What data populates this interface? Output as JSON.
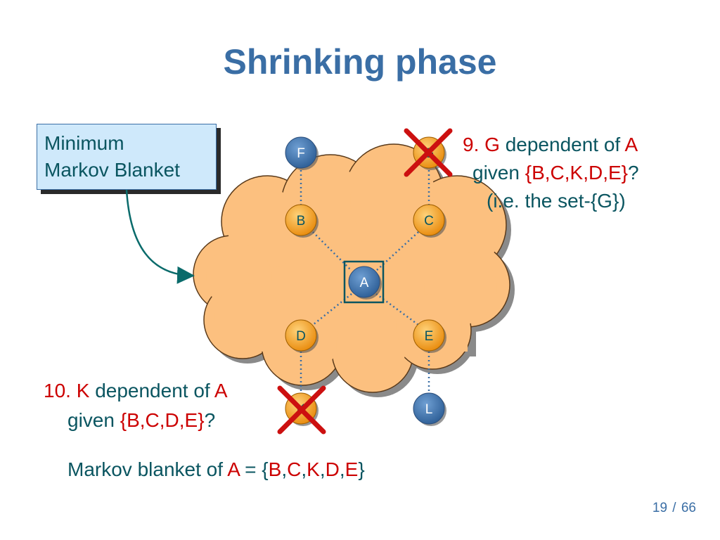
{
  "title": "Shrinking phase",
  "blanket_box": {
    "line1": "Minimum",
    "line2": "Markov Blanket"
  },
  "nodes": {
    "F": "F",
    "G": "G",
    "B": "B",
    "C": "C",
    "A": "A",
    "D": "D",
    "E": "E",
    "K": "K",
    "L": "L"
  },
  "q9": {
    "num": "9.",
    "var": "G",
    "mid": "dependent of",
    "target": "A",
    "given": "given",
    "set": "{B,C,K,D,E}",
    "qmark": "?",
    "note": "(i.e. the set-{G})"
  },
  "q10": {
    "num": "10.",
    "var": "K",
    "mid": "dependent of",
    "target": "A",
    "given": "given",
    "set": "{B,C,D,E}",
    "qmark": "?"
  },
  "result": {
    "prefix": "Markov blanket of",
    "target": "A",
    "eq": "=",
    "open": "{",
    "b": "B",
    "c1": ",",
    "c": "C",
    "c2": ",",
    "k": "K",
    "c3": ",",
    "d": "D",
    "c4": ",",
    "e": "E",
    "close": "}"
  },
  "page": {
    "current": "19",
    "sep": "/",
    "total": "66"
  },
  "colors": {
    "title": "#3a6ea5",
    "teal": "#0a5560",
    "red": "#cc0000",
    "cloud": "#fcc07f",
    "orange_node": "#f39c12",
    "blue_node": "#3a6ea5",
    "box_fill": "#cfe9fb"
  }
}
